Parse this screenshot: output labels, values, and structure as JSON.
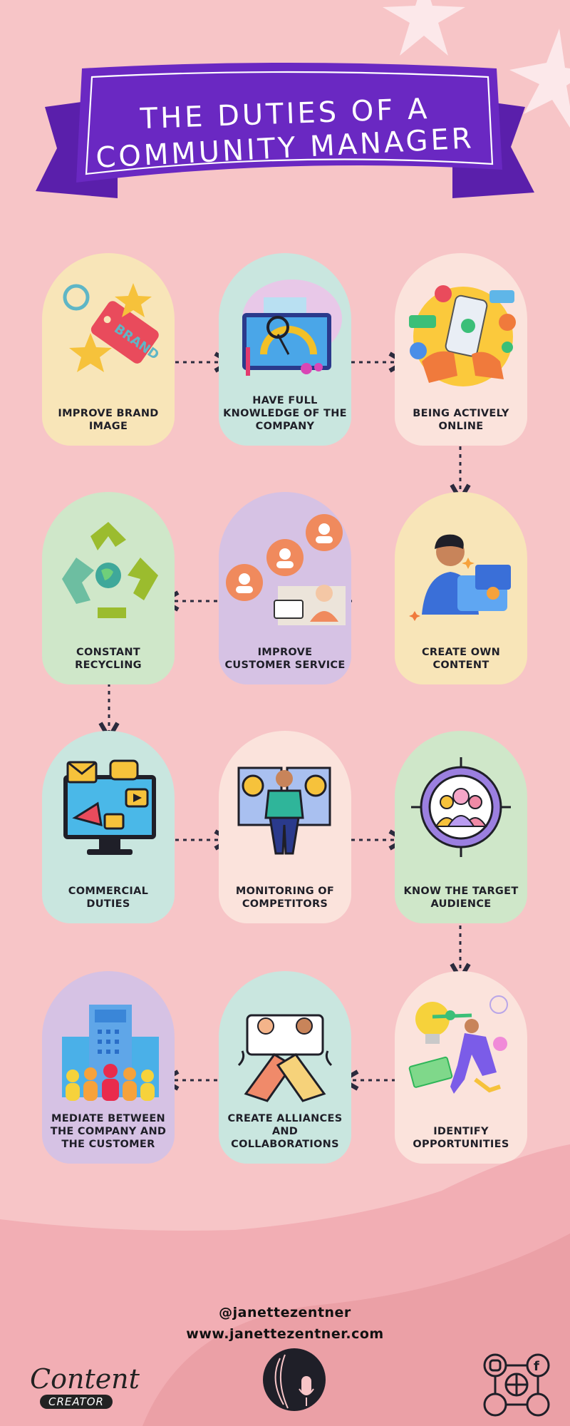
{
  "title": {
    "line1": "THE DUTIES OF A",
    "line2": "COMMUNITY MANAGER"
  },
  "cards": [
    {
      "label": "IMPROVE BRAND IMAGE",
      "bg": "#f8e5b8",
      "icon": "brand-tag-icon"
    },
    {
      "label": "HAVE FULL KNOWLEDGE OF THE COMPANY",
      "bg": "#c9e6df",
      "icon": "dashboard-analysis-icon"
    },
    {
      "label": "BEING ACTIVELY ONLINE",
      "bg": "#fbe3dc",
      "icon": "smartphone-social-icon"
    },
    {
      "label": "CONSTANT RECYCLING",
      "bg": "#cfe7c9",
      "icon": "recycling-icon"
    },
    {
      "label": "IMPROVE CUSTOMER SERVICE",
      "bg": "#d6c2e4",
      "icon": "customer-service-icon"
    },
    {
      "label": "CREATE OWN CONTENT",
      "bg": "#f8e5b8",
      "icon": "content-creator-icon"
    },
    {
      "label": "COMMERCIAL DUTIES",
      "bg": "#c9e6df",
      "icon": "marketing-monitor-icon"
    },
    {
      "label": "MONITORING OF COMPETITORS",
      "bg": "#fbe3dc",
      "icon": "competitor-analysis-icon"
    },
    {
      "label": "KNOW THE TARGET AUDIENCE",
      "bg": "#cfe7c9",
      "icon": "target-audience-icon"
    },
    {
      "label": "MEDIATE BETWEEN THE COMPANY AND THE CUSTOMER",
      "bg": "#d6c2e4",
      "icon": "company-building-icon"
    },
    {
      "label": "CREATE ALLIANCES AND COLLABORATIONS",
      "bg": "#c9e6df",
      "icon": "handshake-icon"
    },
    {
      "label": "IDENTIFY OPPORTUNITIES",
      "bg": "#fbe3dc",
      "icon": "opportunity-idea-icon"
    }
  ],
  "footer": {
    "handle": "@janettezentner",
    "website": "www.janettezentner.com",
    "logo_script": "Content",
    "logo_pill": "CREATOR"
  },
  "colors": {
    "background": "#f7c5c7",
    "banner": "#6a28c2",
    "arrow": "#2b2b3d"
  }
}
